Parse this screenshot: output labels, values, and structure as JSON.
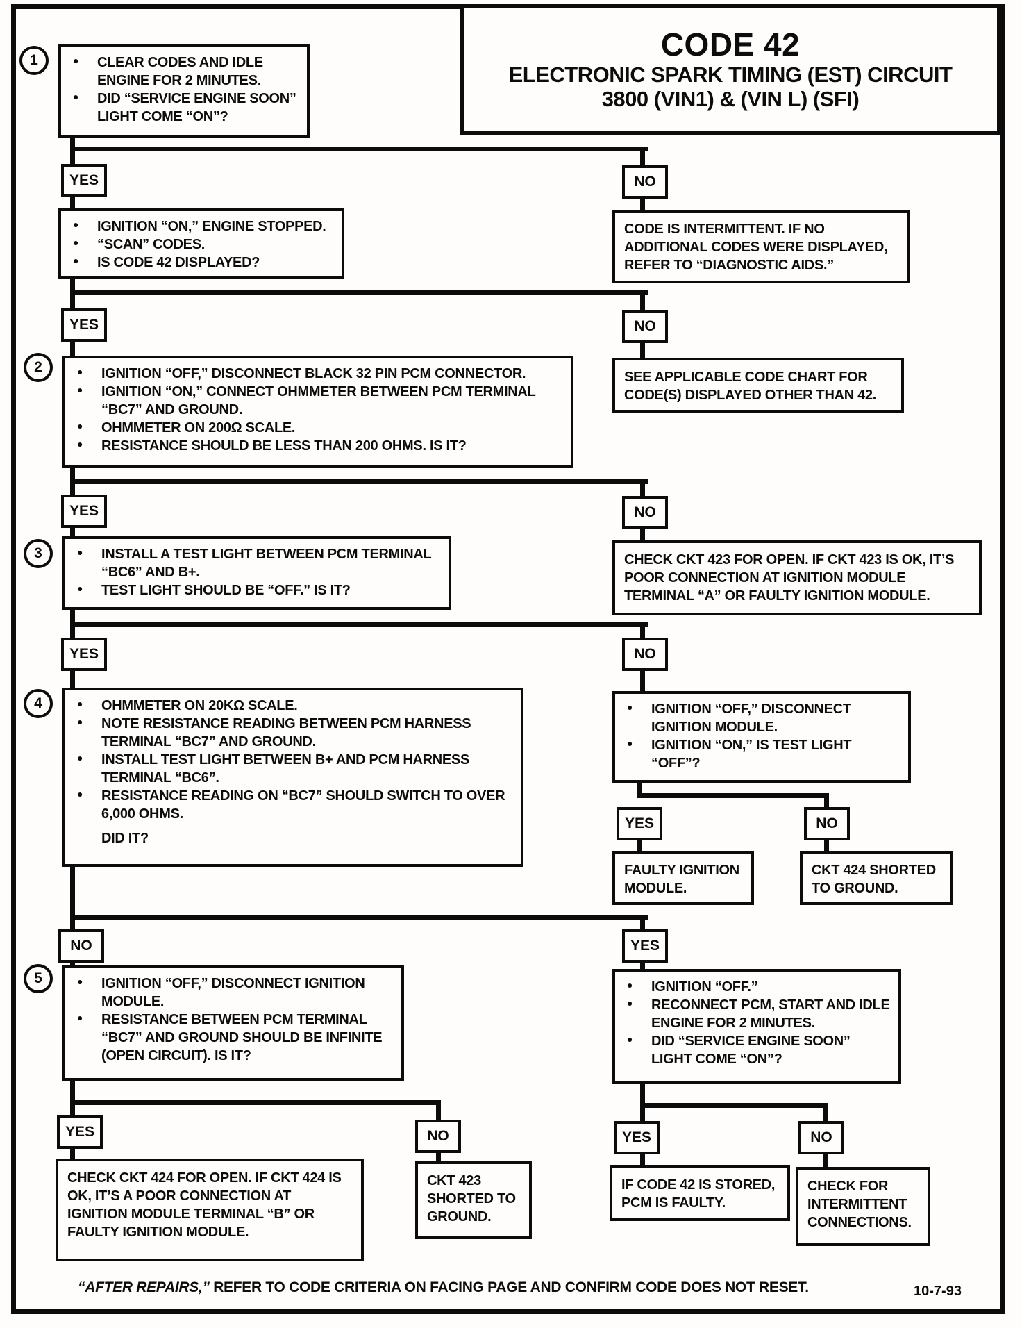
{
  "title": {
    "line1": "CODE 42",
    "line2": "ELECTRONIC SPARK TIMING (EST) CIRCUIT",
    "line3": "3800 (VIN1)  &  (VIN L)  (SFI)"
  },
  "labels": {
    "yes": "YES",
    "no": "NO"
  },
  "steps": {
    "s1": {
      "num": "1",
      "bullets": [
        "CLEAR CODES AND IDLE ENGINE FOR 2 MINUTES.",
        "DID “SERVICE ENGINE SOON” LIGHT COME “ON”?"
      ]
    },
    "s1_result": {
      "bullets": [
        "IGNITION “ON,” ENGINE STOPPED.",
        "“SCAN” CODES.",
        "IS CODE 42 DISPLAYED?"
      ]
    },
    "s2": {
      "num": "2",
      "bullets": [
        "IGNITION “OFF,” DISCONNECT BLACK 32 PIN PCM CONNECTOR.",
        "IGNITION “ON,”  CONNECT OHMMETER BETWEEN PCM TERMINAL “BC7” AND GROUND.",
        "OHMMETER ON 200Ω SCALE.",
        "RESISTANCE SHOULD BE LESS THAN 200 OHMS.  IS IT?"
      ]
    },
    "s3": {
      "num": "3",
      "bullets": [
        "INSTALL A TEST LIGHT BETWEEN PCM TERMINAL “BC6” AND B+.",
        "TEST LIGHT SHOULD BE “OFF.”  IS IT?"
      ]
    },
    "s4": {
      "num": "4",
      "bullets": [
        "OHMMETER ON 20KΩ SCALE.",
        "NOTE RESISTANCE READING BETWEEN PCM HARNESS TERMINAL “BC7” AND GROUND.",
        "INSTALL TEST LIGHT BETWEEN B+ AND PCM HARNESS TERMINAL “BC6”.",
        "RESISTANCE READING ON “BC7” SHOULD SWITCH TO OVER 6,000 OHMS."
      ],
      "tail": "DID IT?"
    },
    "s4_no": {
      "bullets": [
        "IGNITION “OFF,” DISCONNECT IGNITION MODULE.",
        "IGNITION “ON,” IS TEST LIGHT “OFF”?"
      ]
    },
    "s5": {
      "num": "5",
      "bullets": [
        "IGNITION “OFF,” DISCONNECT IGNITION MODULE.",
        "RESISTANCE BETWEEN PCM TERMINAL “BC7” AND GROUND SHOULD BE INFINITE (OPEN CIRCUIT).  IS IT?"
      ]
    },
    "s5_yes": {
      "bullets": [
        "IGNITION “OFF.”",
        "RECONNECT PCM, START AND IDLE ENGINE FOR 2 MINUTES.",
        "DID “SERVICE ENGINE SOON” LIGHT COME “ON”?"
      ]
    }
  },
  "results": {
    "intermittent": "CODE IS INTERMITTENT. IF NO ADDITIONAL CODES WERE DISPLAYED, REFER TO “DIAGNOSTIC AIDS.”",
    "see_chart": "SEE APPLICABLE CODE CHART FOR CODE(S) DISPLAYED OTHER THAN 42.",
    "ckt423_open": "CHECK CKT 423 FOR OPEN.  IF CKT 423 IS OK, IT’S POOR CONNECTION AT IGNITION MODULE TERMINAL “A” OR FAULTY IGNITION MODULE.",
    "faulty_ignition": "FAULTY IGNITION MODULE.",
    "ckt424_shorted": "CKT 424 SHORTED TO GROUND.",
    "ckt424_open": "CHECK CKT 424 FOR OPEN.  IF CKT 424 IS OK, IT’S A POOR CONNECTION AT IGNITION MODULE TERMINAL “B” OR FAULTY IGNITION MODULE.",
    "ckt423_shorted": "CKT 423 SHORTED TO GROUND.",
    "pcm_faulty": "IF CODE 42 IS STORED, PCM IS  FAULTY.",
    "check_intermittent": "CHECK FOR INTERMITTENT CONNECTIONS."
  },
  "footer": {
    "note_italic": "“AFTER REPAIRS,”",
    "note_rest": " REFER TO CODE CRITERIA ON FACING PAGE AND CONFIRM CODE DOES NOT RESET.",
    "date": "10-7-93"
  }
}
